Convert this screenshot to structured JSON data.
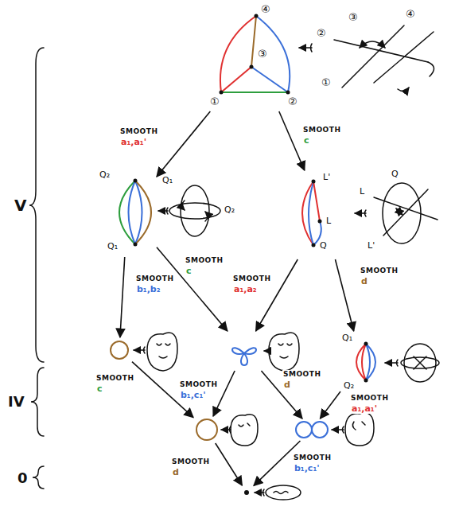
{
  "diagram": {
    "nodes": [
      {
        "text": [
          "④",
          "③",
          "①",
          "②"
        ]
      },
      {
        "text": [
          "Q₂",
          "Q₁"
        ]
      },
      {
        "text": [
          "L'",
          "L",
          "Q"
        ]
      },
      {
        "text": []
      },
      {
        "text": []
      },
      {
        "text": [
          "Q₁",
          "Q₂"
        ]
      },
      {
        "text": []
      },
      {
        "text": []
      },
      {
        "text": []
      }
    ],
    "edges": [
      {
        "from": 0,
        "to": 1,
        "label": "SMOOTH",
        "arrow": "to"
      },
      {
        "from": 0,
        "to": 2,
        "label": "SMOOTH",
        "arrow": "to"
      },
      {
        "from": 1,
        "to": 3,
        "label": "SMOOTH",
        "arrow": "to"
      },
      {
        "from": 1,
        "to": 4,
        "label": "SMOOTH",
        "arrow": "to"
      },
      {
        "from": 2,
        "to": 4,
        "label": "SMOOTH",
        "arrow": "to"
      },
      {
        "from": 2,
        "to": 5,
        "label": "SMOOTH",
        "arrow": "to"
      },
      {
        "from": 3,
        "to": 6,
        "label": "SMOOTH",
        "arrow": "to"
      },
      {
        "from": 4,
        "to": 6,
        "label": "SMOOTH",
        "arrow": "to"
      },
      {
        "from": 4,
        "to": 7,
        "label": "SMOOTH",
        "arrow": "to"
      },
      {
        "from": 5,
        "to": 7,
        "label": "SMOOTH",
        "arrow": "to"
      },
      {
        "from": 6,
        "to": 8,
        "label": "SMOOTH",
        "arrow": "to"
      },
      {
        "from": 7,
        "to": 8,
        "label": "SMOOTH",
        "arrow": "to"
      }
    ],
    "labels": [
      "③",
      "②",
      "①",
      "④",
      "Q₁",
      "Q₂",
      "Q",
      "L",
      "L'",
      "a₁,a₁'",
      "c",
      "b₁,b₂",
      "c",
      "a₁,a₂",
      "d",
      "c",
      "b₁,c₁'",
      "d",
      "a₁,a₁'",
      "d",
      "b₁,c₁'",
      "V",
      "IV",
      "0"
    ]
  }
}
